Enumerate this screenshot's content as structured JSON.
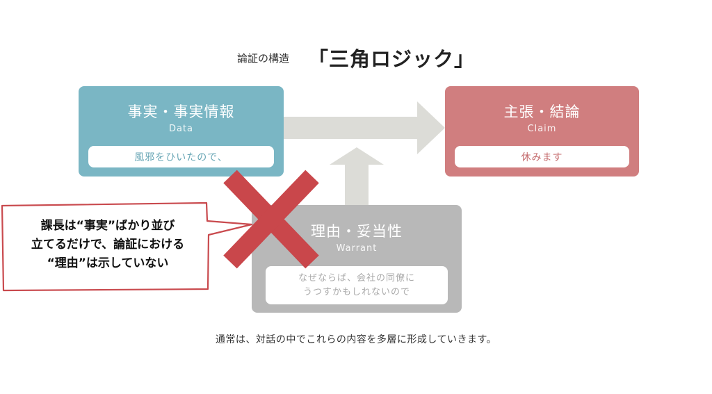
{
  "title": {
    "small": "論証の構造",
    "big": "「三角ロジック」"
  },
  "data_box": {
    "heading": "事実・事実情報",
    "sub": "Data",
    "example": "風邪をひいたので、"
  },
  "claim_box": {
    "heading": "主張・結論",
    "sub": "Claim",
    "example": "休みます"
  },
  "warrant_box": {
    "heading": "理由・妥当性",
    "sub": "Warrant",
    "example_line1": "なぜならば、会社の同僚に",
    "example_line2": "うつすかもしれないので"
  },
  "footer": "通常は、対話の中でこれらの内容を多層に形成していきます。",
  "callout": {
    "line1": "課長は“事実”ばかり並び",
    "line2": "立てるだけで、論証における",
    "line3": "“理由”は示していない"
  },
  "colors": {
    "data": "#7ab6c4",
    "claim": "#d07e7f",
    "warrant": "#b8b8b8",
    "arrow": "#dcdcd7",
    "cross": "#c9474b",
    "callout_border": "#c94a4e"
  }
}
